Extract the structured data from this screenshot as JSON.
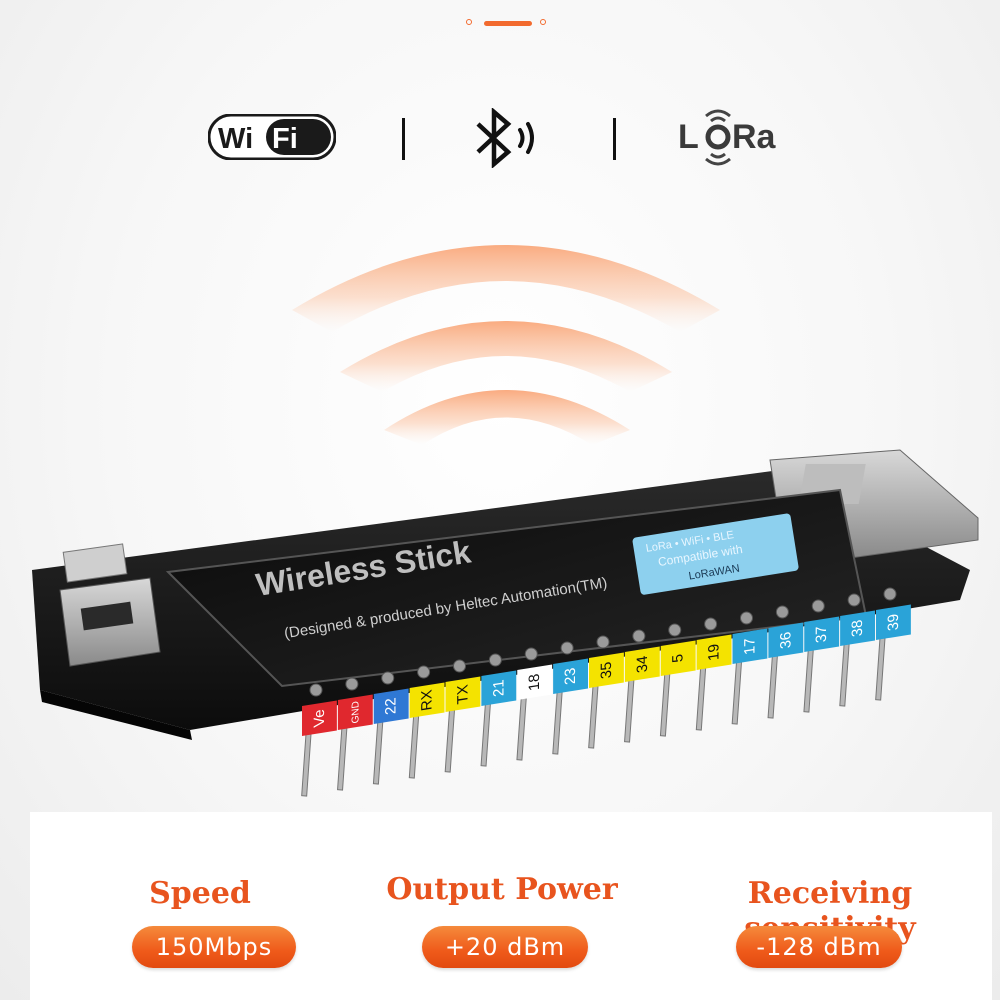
{
  "pagination": {
    "page_count": 3,
    "active_index": 1
  },
  "logos": [
    {
      "name": "wifi-logo",
      "text": "WiFi"
    },
    {
      "name": "bluetooth-logo",
      "text": ""
    },
    {
      "name": "lora-logo",
      "text": "LoRa"
    }
  ],
  "board": {
    "title": "Wireless Stick",
    "subtitle": "(Designed & produced by Heltec Automation(TM)",
    "sticker_line1": "LoRa • WiFi • BLE",
    "sticker_line2": "Compatible with",
    "sticker_line3": "LoRaWAN",
    "pins": [
      "Ve",
      "GND",
      "22",
      "RX",
      "TX",
      "21",
      "18",
      "23",
      "35",
      "34",
      "5",
      "19",
      "17",
      "36",
      "37",
      "38",
      "39"
    ],
    "pin_colors": [
      "#e0282e",
      "#e0282e",
      "#2f78d4",
      "#f4e300",
      "#f4e300",
      "#2aa3d8",
      "#ffffff",
      "#2aa3d8",
      "#f4e300",
      "#f4e300",
      "#f4e300",
      "#f4e300",
      "#2aa3d8",
      "#2aa3d8",
      "#2aa3d8",
      "#2aa3d8",
      "#2aa3d8"
    ]
  },
  "metrics": [
    {
      "label": "Speed",
      "value": "150Mbps"
    },
    {
      "label": "Output Power",
      "value": "+20 dBm"
    },
    {
      "label": "Receiving sensitivity",
      "value": "-128 dBm"
    }
  ],
  "colors": {
    "accent": "#e8541e",
    "pill": "#ef5a1a"
  }
}
